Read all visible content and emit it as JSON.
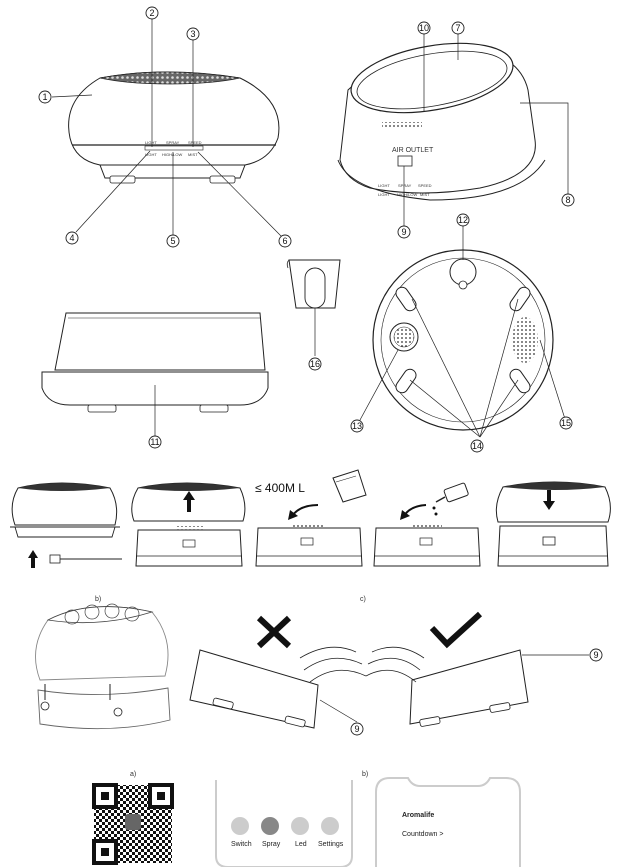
{
  "callouts": [
    "1",
    "2",
    "3",
    "4",
    "5",
    "6",
    "7",
    "8",
    "9",
    "10",
    "11",
    "12",
    "13",
    "14",
    "15",
    "16"
  ],
  "panel1": {
    "button_top": [
      "LIGHT",
      "SPRAY",
      "SPEED"
    ],
    "button_bottom": [
      "LIGHT",
      "HIGH/LOW",
      "MIST"
    ]
  },
  "panel2": {
    "air_outlet": "AIR OUTLET",
    "button_top": [
      "LIGHT",
      "SPRAY",
      "SPEED"
    ],
    "button_bottom": [
      "LIGHT",
      "HIGH/LOW",
      "MIST"
    ]
  },
  "steps": {
    "fill_label": "≤ 400M L",
    "marker_b": "b)",
    "marker_c": "c)"
  },
  "bottom": {
    "marker_a": "a)",
    "marker_b": "b)",
    "app_buttons": [
      "Switch",
      "Spray",
      "Led",
      "Settings"
    ],
    "app_name": "Aromalife",
    "countdown": "Countdown >"
  }
}
